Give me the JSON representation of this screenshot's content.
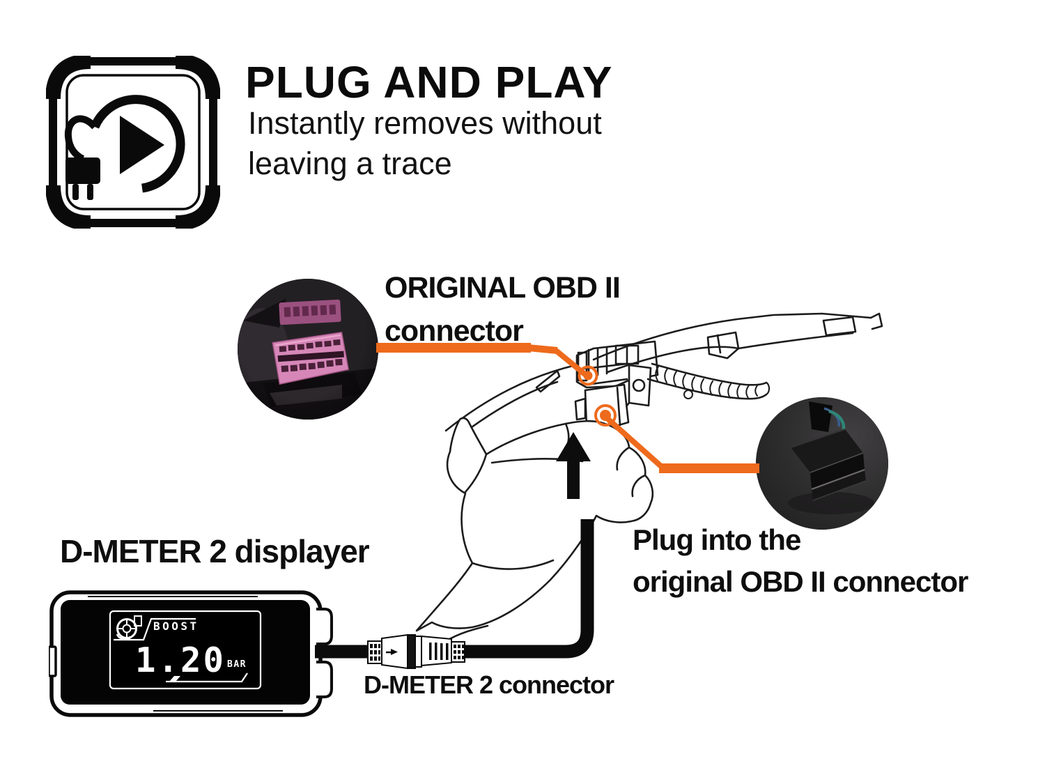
{
  "feature": {
    "icon": "plug-play-icon",
    "title": "PLUG AND PLAY",
    "subtitle": [
      "Instantly removes without",
      "leaving a trace"
    ]
  },
  "callouts": {
    "original_obd": [
      "ORIGINAL OBD II",
      "connector"
    ],
    "plug_into": [
      "Plug into the",
      "original OBD II connector"
    ],
    "displayer": "D-METER 2 displayer",
    "connector": "D-METER 2 connector"
  },
  "screen": {
    "gauge": "BOOST",
    "value": "1.20",
    "unit": "BAR"
  },
  "colors": {
    "accent": "#EE6A1C",
    "ink": "#1C1C1C",
    "screen_text": "#FFFFFF",
    "connector_pink": "#D687B8"
  }
}
